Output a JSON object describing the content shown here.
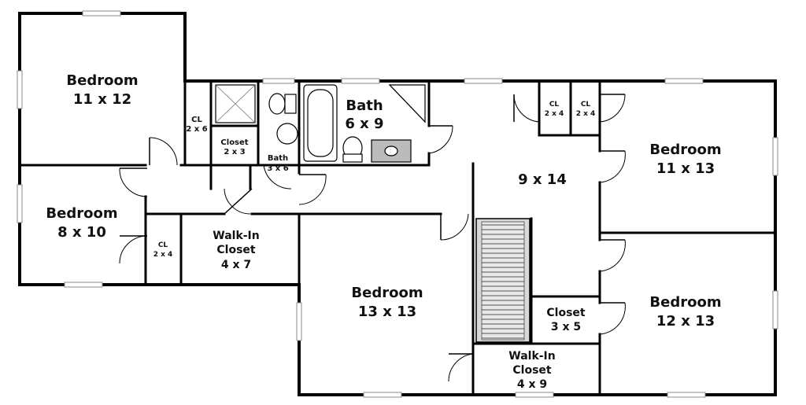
{
  "rooms": {
    "bedroom_top_left": {
      "name": "Bedroom",
      "size": "11 x 12"
    },
    "bedroom_left": {
      "name": "Bedroom",
      "size": "8 x 10"
    },
    "cl_top_left": {
      "name": "CL",
      "size": "2 x 6"
    },
    "cl_left": {
      "name": "CL",
      "size": "2 x 4"
    },
    "closet_small": {
      "name": "Closet",
      "size": "2 x 3"
    },
    "bath_small": {
      "name": "Bath",
      "size": "3 x 6"
    },
    "bath_main": {
      "name": "Bath",
      "size": "6 x 9"
    },
    "walkin_left": {
      "name": "Walk-In",
      "name2": "Closet",
      "size": "4 x 7"
    },
    "hall": {
      "size": "9 x 14"
    },
    "cl_hall_a": {
      "name": "CL",
      "size": "2 x 4"
    },
    "cl_hall_b": {
      "name": "CL",
      "size": "2 x 4"
    },
    "bedroom_right_top": {
      "name": "Bedroom",
      "size": "11 x 13"
    },
    "bedroom_center": {
      "name": "Bedroom",
      "size": "13 x 13"
    },
    "closet_right": {
      "name": "Closet",
      "size": "3 x 5"
    },
    "bedroom_right_bottom": {
      "name": "Bedroom",
      "size": "12 x 13"
    },
    "walkin_bottom": {
      "name": "Walk-In",
      "name2": "Closet",
      "size": "4 x 9"
    }
  }
}
